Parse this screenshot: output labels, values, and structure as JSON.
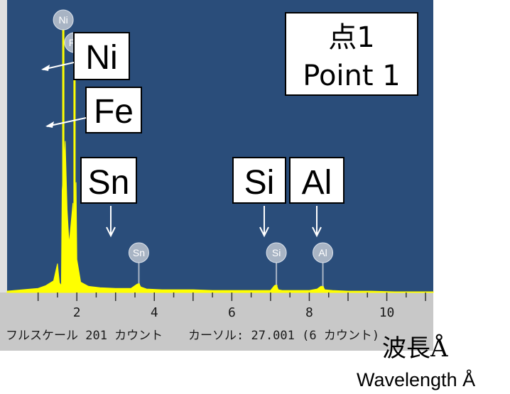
{
  "chart_data": {
    "type": "line",
    "title": "",
    "point_label": [
      "点1",
      "Point 1"
    ],
    "xlim": [
      0.2,
      11.2
    ],
    "ylim": [
      0,
      201
    ],
    "x_ticks": [
      2,
      4,
      6,
      8,
      10
    ],
    "colors": {
      "plot_bg": "#2a4d7a",
      "spectrum": "#ffff00",
      "axis_bg": "#c8c8c8",
      "marker": "#a8b4c4"
    },
    "spectrum": {
      "x": [
        0.2,
        0.6,
        1.0,
        1.2,
        1.4,
        1.5,
        1.55,
        1.6,
        1.62,
        1.65,
        1.7,
        1.75,
        1.8,
        1.85,
        1.9,
        1.93,
        1.96,
        1.98,
        2.0,
        2.1,
        2.3,
        2.6,
        3.0,
        3.4,
        3.55,
        3.6,
        3.65,
        3.8,
        4.2,
        5.0,
        5.5,
        6.0,
        6.5,
        7.0,
        7.1,
        7.15,
        7.2,
        7.3,
        7.6,
        8.0,
        8.2,
        8.3,
        8.35,
        8.4,
        8.6,
        9.0,
        9.6,
        10.2,
        10.8,
        11.2
      ],
      "y": [
        2,
        4,
        6,
        10,
        17,
        42,
        14,
        10,
        148,
        172,
        220,
        120,
        70,
        100,
        130,
        50,
        95,
        160,
        48,
        15,
        9,
        7,
        6,
        6,
        12,
        13,
        8,
        5,
        4,
        4,
        3,
        3,
        3,
        3,
        10,
        11,
        4,
        3,
        3,
        3,
        5,
        9,
        9,
        4,
        3,
        2,
        2,
        1,
        1,
        1
      ]
    },
    "peaks": [
      {
        "element": "Ni",
        "x": 1.65,
        "y": 201
      },
      {
        "element": "Fe",
        "x": 1.94,
        "y": 180
      },
      {
        "element": "Sn",
        "x": 3.6,
        "y": 13
      },
      {
        "element": "Si",
        "x": 7.15,
        "y": 11
      },
      {
        "element": "Al",
        "x": 8.35,
        "y": 9
      }
    ],
    "status": {
      "full_scale": "フルスケール 201 カウント",
      "cursor": "カーソル: 27.001  (6 カウント)"
    },
    "xlabel": [
      "波長Å",
      "Wavelength Å"
    ]
  }
}
